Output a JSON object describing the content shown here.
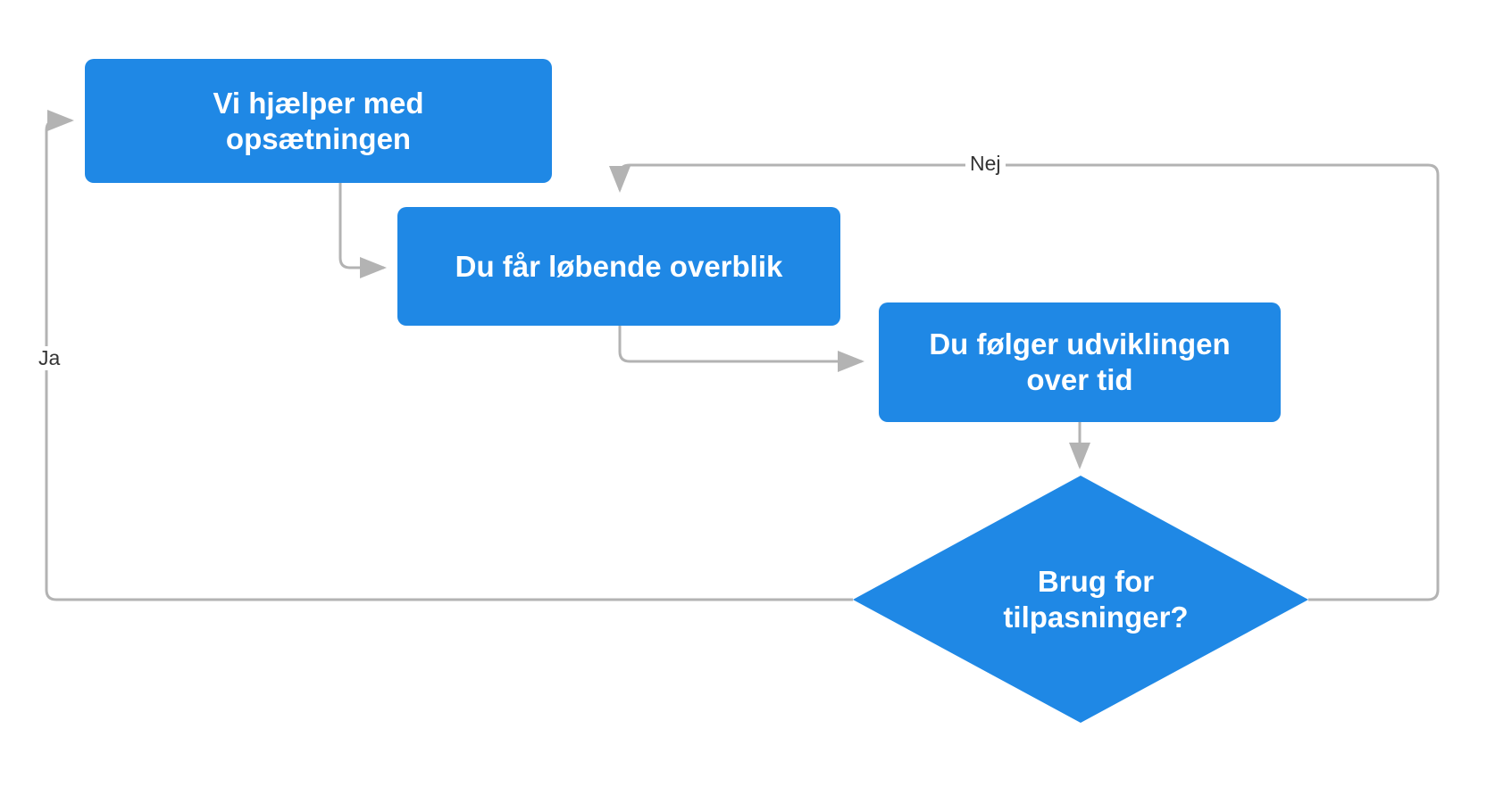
{
  "diagram": {
    "type": "flowchart",
    "title": "",
    "background_color": "#ffffff",
    "node_fill_color": "#1f88e5",
    "node_text_color": "#ffffff",
    "edge_color": "#b3b3b3",
    "edge_label_color": "#333333",
    "nodes": [
      {
        "id": "n1",
        "shape": "rounded-rectangle",
        "label": "Vi hjælper med opsætningen",
        "line1": "Vi hjælper med",
        "line2": "opsætningen"
      },
      {
        "id": "n2",
        "shape": "rounded-rectangle",
        "label": "Du får løbende overblik",
        "line1": "Du får løbende overblik",
        "line2": ""
      },
      {
        "id": "n3",
        "shape": "rounded-rectangle",
        "label": "Du følger udviklingen over tid",
        "line1": "Du følger udviklingen",
        "line2": "over tid"
      },
      {
        "id": "n4",
        "shape": "diamond",
        "label": "Brug for tilpasninger?",
        "line1": "Brug for",
        "line2": "tilpasninger?"
      }
    ],
    "edges": [
      {
        "id": "e1",
        "from": "n1",
        "to": "n2",
        "label": ""
      },
      {
        "id": "e2",
        "from": "n2",
        "to": "n3",
        "label": ""
      },
      {
        "id": "e3",
        "from": "n3",
        "to": "n4",
        "label": ""
      },
      {
        "id": "e4",
        "from": "n4",
        "to": "n1",
        "label": "Ja"
      },
      {
        "id": "e5",
        "from": "n4",
        "to": "n2",
        "label": "Nej"
      }
    ]
  }
}
